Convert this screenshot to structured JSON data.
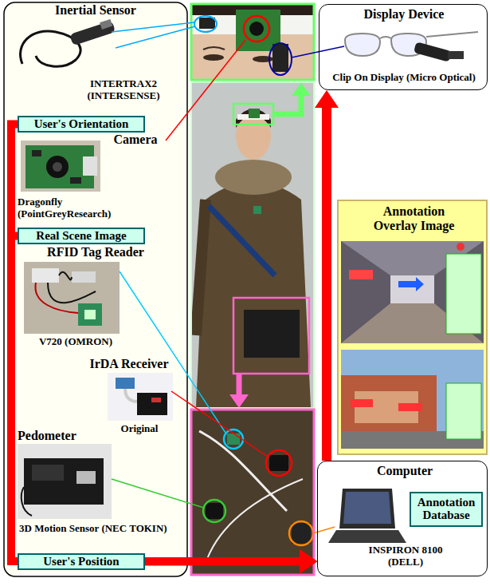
{
  "diagram": {
    "nodes": [
      {
        "text": [
          "Inertial Sensor",
          "INTERTRAX2 (INTERSENSE)"
        ]
      },
      {
        "text": [
          "User's Orientation"
        ]
      },
      {
        "text": [
          "Camera",
          "Dragonfly (PointGreyResearch)"
        ]
      },
      {
        "text": [
          "Real Scene Image"
        ]
      },
      {
        "text": [
          "RFID Tag Reader",
          "V720 (OMRON)"
        ]
      },
      {
        "text": [
          "IrDA Receiver",
          "Original"
        ]
      },
      {
        "text": [
          "Pedometer",
          "3D Motion Sensor (NEC TOKIN)"
        ]
      },
      {
        "text": [
          "User's Position"
        ]
      },
      {
        "text": [
          "Display Device",
          "Clip On Display (Micro Optical)"
        ]
      },
      {
        "text": [
          "Annotation Overlay Image"
        ]
      },
      {
        "text": [
          "Computer",
          "INSPIRON 8100 (DELL)"
        ]
      },
      {
        "text": [
          "Annotation Database"
        ],
        "in": 10
      }
    ],
    "edges": [
      {
        "from": 1,
        "to": 10,
        "arrow": "to"
      },
      {
        "from": 3,
        "to": 10,
        "arrow": "to"
      },
      {
        "from": 7,
        "to": 10,
        "arrow": "to"
      },
      {
        "from": 10,
        "to": 8,
        "arrow": "to"
      }
    ]
  }
}
